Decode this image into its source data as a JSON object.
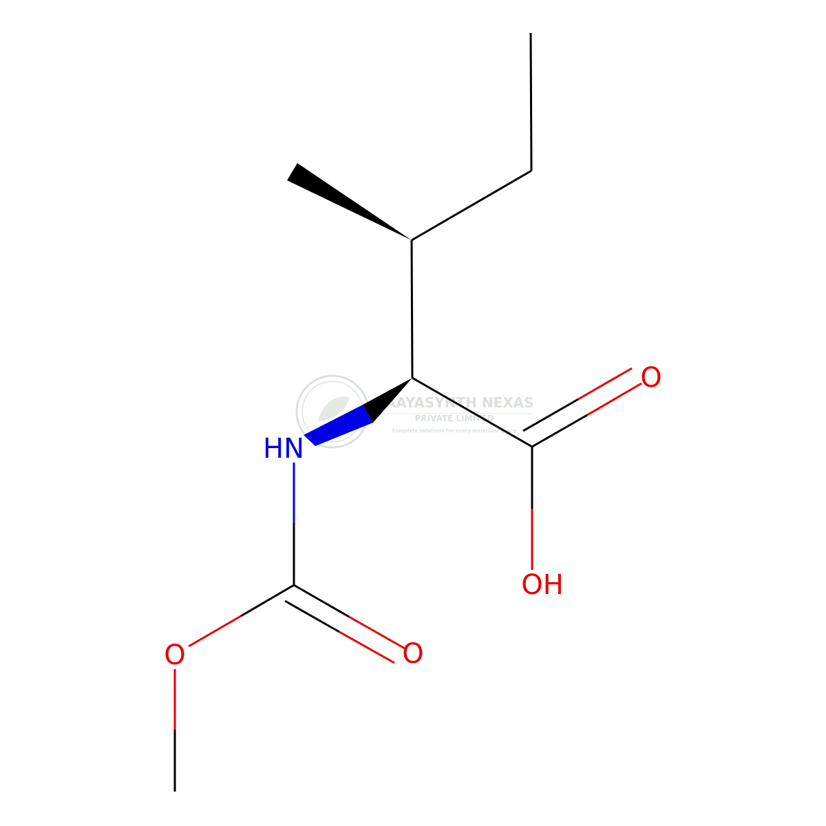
{
  "molecule": {
    "atoms": {
      "nh": "HN",
      "carboxyl_o": "O",
      "hydroxyl": "OH",
      "ester_o": "O",
      "carbonyl_o": "O"
    },
    "colors": {
      "bond": "#000000",
      "oxygen": "#e60000",
      "nitrogen": "#0000e6"
    }
  },
  "watermark": {
    "company": "RAAYASYNTH NEXAS",
    "subtitle": "PRIVATE LIMITED",
    "tagline": "Complete solutions for every molecular query",
    "color": "#9aa89a"
  }
}
